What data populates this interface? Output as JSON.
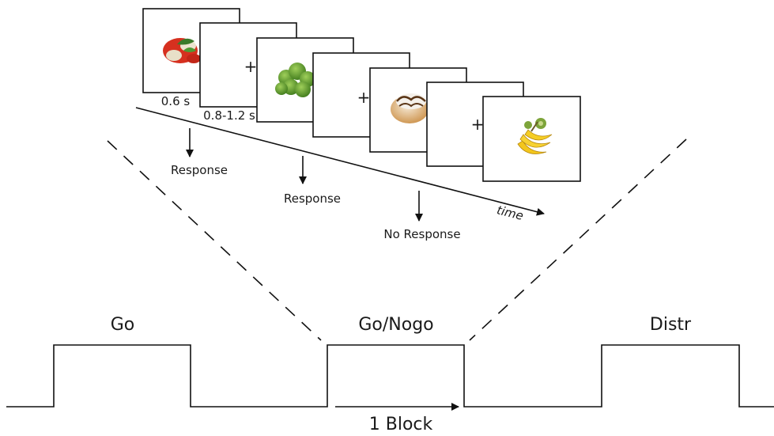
{
  "trial": {
    "duration_stimulus": "0.6 s",
    "duration_fixation": "0.8-1.2 s",
    "time_label": "time",
    "responses": [
      "Response",
      "Response",
      "No Response"
    ],
    "fixation_symbol": "+",
    "stimuli": [
      "tomato-salad",
      "brussels-sprouts",
      "donut",
      "bananas-kiwi"
    ]
  },
  "blocks": {
    "labels": [
      "Go",
      "Go/Nogo",
      "Distr"
    ],
    "block_label": "1 Block"
  }
}
